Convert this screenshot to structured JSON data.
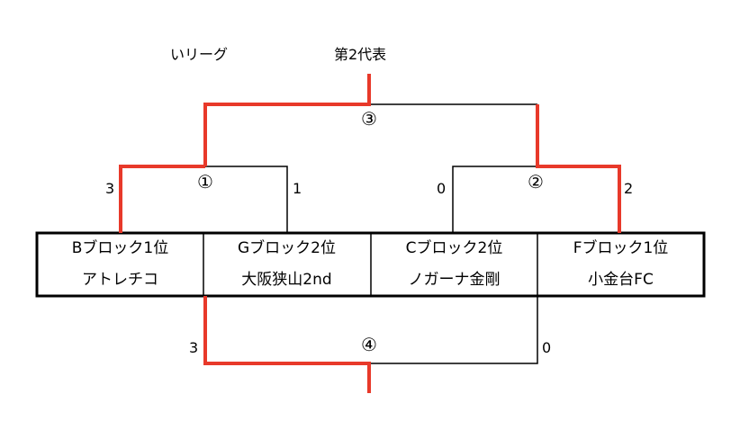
{
  "league_title": "いリーグ",
  "result_label": "第2代表",
  "teams": [
    {
      "block": "Bブロック1位",
      "name": "アトレチコ"
    },
    {
      "block": "Gブロック2位",
      "name": "大阪狭山2nd"
    },
    {
      "block": "Cブロック2位",
      "name": "ノガーナ金剛"
    },
    {
      "block": "Fブロック1位",
      "name": "小金台FC"
    }
  ],
  "matches": {
    "m1": {
      "label": "①",
      "score_left": "3",
      "score_right": "1"
    },
    "m2": {
      "label": "②",
      "score_left": "0",
      "score_right": "2"
    },
    "m3": {
      "label": "③"
    },
    "m4": {
      "label": "④",
      "score_left": "3",
      "score_right": "0"
    }
  },
  "colors": {
    "winner_line": "#e8392a",
    "loser_line": "#000000",
    "box_border": "#000000"
  }
}
